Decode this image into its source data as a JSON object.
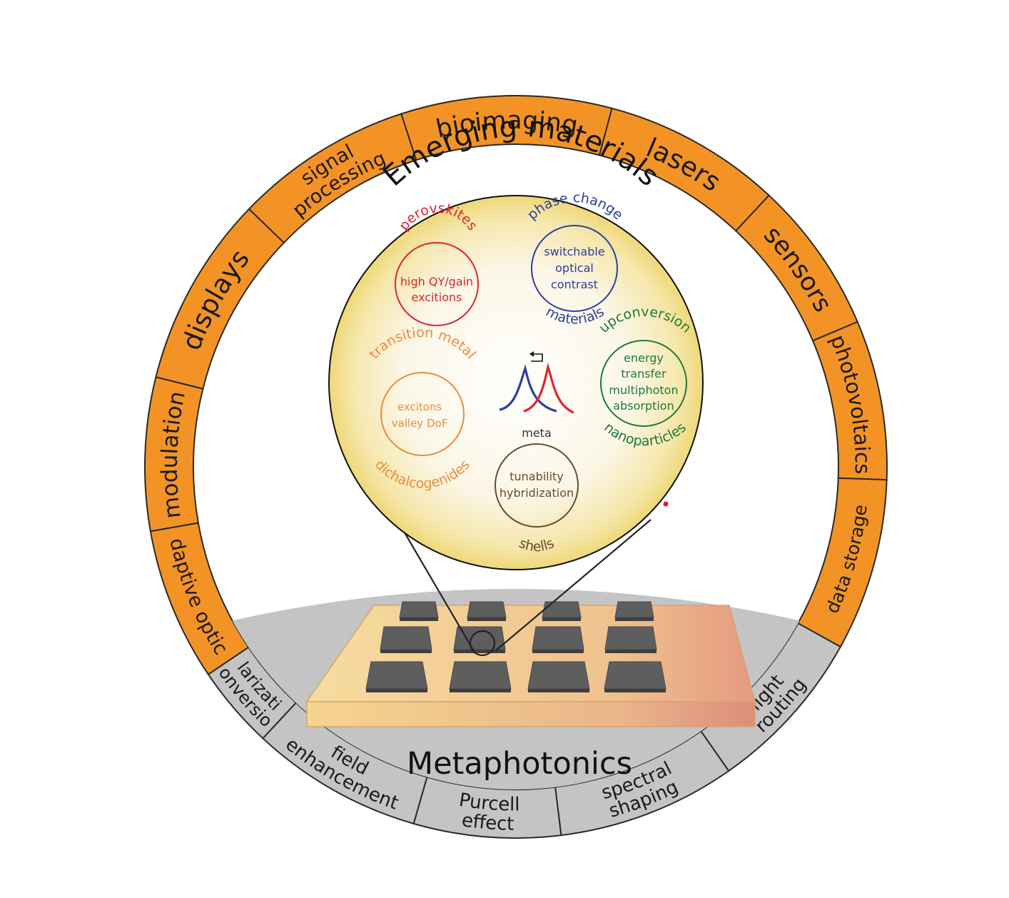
{
  "title_top": "Emerging materials",
  "title_bottom": "Metaphotonics",
  "outer_ring": {
    "orange_segments": [
      [
        "adaptive optics"
      ],
      [
        "modulation"
      ],
      [
        "displays"
      ],
      [
        "signal",
        "processing"
      ],
      [
        "bioimaging"
      ],
      [
        "lasers"
      ],
      [
        "sensors"
      ],
      [
        "photovoltaics"
      ],
      [
        "data storage"
      ]
    ],
    "gray_segments": [
      [
        "light",
        "routing"
      ],
      [
        "spectral",
        "shaping"
      ],
      [
        "Purcell",
        "effect"
      ],
      [
        "field",
        "enhancement"
      ],
      [
        "polarization",
        "conversion"
      ]
    ]
  },
  "materials": {
    "perovskites": {
      "name": "perovskites",
      "lines": [
        "high QY/gain",
        "excitions"
      ],
      "color": "#e0242e"
    },
    "phase_change": {
      "name_top": "phase change",
      "name_bottom": "materials",
      "lines": [
        "switchable",
        "optical",
        "contrast"
      ],
      "color": "#2d3fa0"
    },
    "upconversion": {
      "name_top": "upconversion",
      "name_bottom": "nanoparticles",
      "lines": [
        "energy",
        "transfer",
        "multiphoton",
        "absorption"
      ],
      "color": "#1e7a3a"
    },
    "tmd": {
      "name_top": "transition metal",
      "name_bottom": "dichalcogenides",
      "lines": [
        "excitons",
        "valley DoF"
      ],
      "color": "#f08a3c"
    },
    "meta_shells": {
      "name_top": "meta",
      "name_bottom": "shells",
      "lines": [
        "tunability",
        "hybridization"
      ],
      "color": "#6a4a30"
    }
  },
  "colors": {
    "orange": "#f39325",
    "gray": "#c4c4c4",
    "ring_line": "#2a2a2a",
    "pillar": "#5e5e5e",
    "substrate_left": "#f6d79a",
    "substrate_right": "#e29a84"
  }
}
